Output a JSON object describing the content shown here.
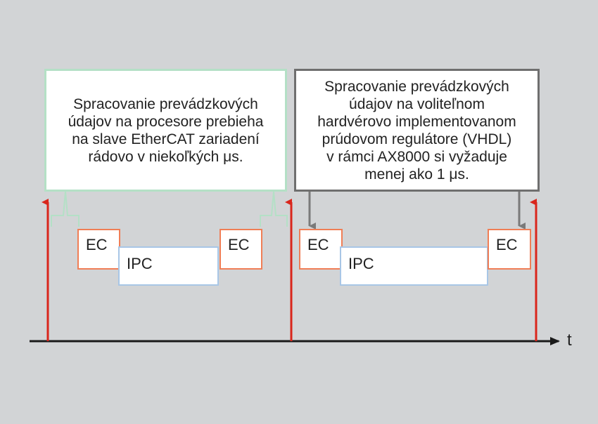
{
  "callouts": {
    "left_text": "Spracovanie prevádzkových\núdajov na procesore prebieha\nna slave EtherCAT zariadení\nrádovo v niekoľkých μs.",
    "right_text": "Spracovanie prevádzkových\núdajov na voliteľnom\nhardvérovo implementovanom\nprúdovom regulátore (VHDL)\nv rámci AX8000 si vyžaduje\nmenej ako 1 μs."
  },
  "blocks": {
    "ec": "EC",
    "ipc": "IPC"
  },
  "axis": {
    "time_label": "t"
  },
  "colors": {
    "background": "#d2d4d6",
    "timeline": "#1a1a1a",
    "pulse_arrow": "#d9261c",
    "ec_border": "#f07e56",
    "ipc_border": "#a8c6e6",
    "green_callout_border": "#b4e0c6",
    "gray_callout_border": "#6f6f6f",
    "gray_pointer": "#7a7a7a"
  }
}
